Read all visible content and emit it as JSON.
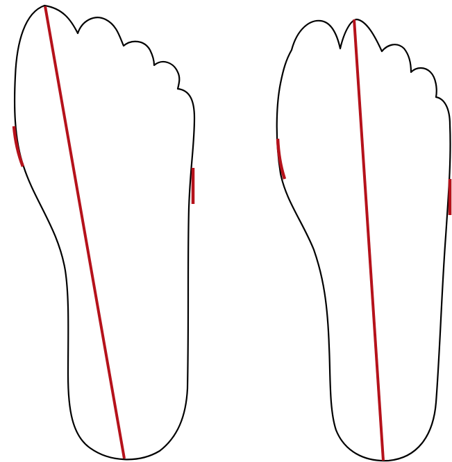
{
  "colors": {
    "outline": "#000000",
    "accent": "#b5121b",
    "background": "#ffffff"
  },
  "figures": [
    {
      "id": "left-foot",
      "description_visible_text": "",
      "axis": "diagonal"
    },
    {
      "id": "right-foot",
      "description_visible_text": "",
      "axis": "vertical"
    }
  ]
}
